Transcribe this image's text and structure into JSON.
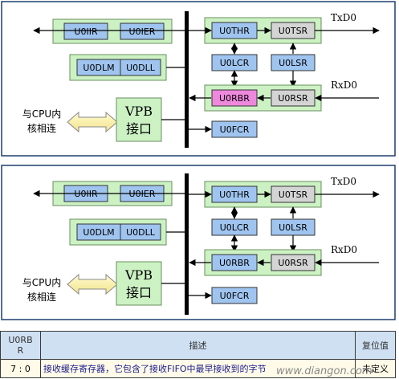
{
  "colors": {
    "frame_border": "#1f3f6e",
    "group_fill": "#ccf2c4",
    "group_border": "#6a8f5c",
    "reg_blue": "#9fc4ef",
    "reg_gray": "#d4d4d4",
    "reg_pink": "#ee88dd",
    "bus": "#000000",
    "table_header": "#cfe0f3",
    "table_row": "#fffbe8"
  },
  "diagram_top": {
    "registers": {
      "u0iir": "U0IIR",
      "u0ier": "U0IER",
      "u0dlm": "U0DLM",
      "u0dll": "U0DLL",
      "u0thr": "U0THR",
      "u0tsr": "U0TSR",
      "u0lcr": "U0LCR",
      "u0lsr": "U0LSR",
      "u0rbr": "U0RBR",
      "u0rsr": "U0RSR",
      "u0fcr": "U0FCR"
    },
    "highlighted_register": "U0RBR",
    "vpb_line1": "VPB",
    "vpb_line2": "接口",
    "cpu_line1": "与CPU内",
    "cpu_line2": "核相连",
    "txd": "TxD0",
    "rxd": "RxD0"
  },
  "diagram_bottom": {
    "registers": {
      "u0iir": "U0IIR",
      "u0ier": "U0IER",
      "u0dlm": "U0DLM",
      "u0dll": "U0DLL",
      "u0thr": "U0THR",
      "u0tsr": "U0TSR",
      "u0lcr": "U0LCR",
      "u0lsr": "U0LSR",
      "u0rbr": "U0RBR",
      "u0rsr": "U0RSR",
      "u0fcr": "U0FCR"
    },
    "vpb_line1": "VPB",
    "vpb_line2": "接口",
    "cpu_line1": "与CPU内",
    "cpu_line2": "核相连",
    "txd": "TxD0",
    "rxd": "RxD0"
  },
  "table": {
    "headers": {
      "register_line1": "U0RB",
      "register_line2": "R",
      "description": "描述",
      "reset_value": "复位值"
    },
    "rows": [
      {
        "bits": "7 : 0",
        "description": "接收缓存寄存器，它包含了接收FIFO中最早接收到的字节",
        "reset": "未定义"
      }
    ]
  },
  "watermark": "www.diangon.com"
}
